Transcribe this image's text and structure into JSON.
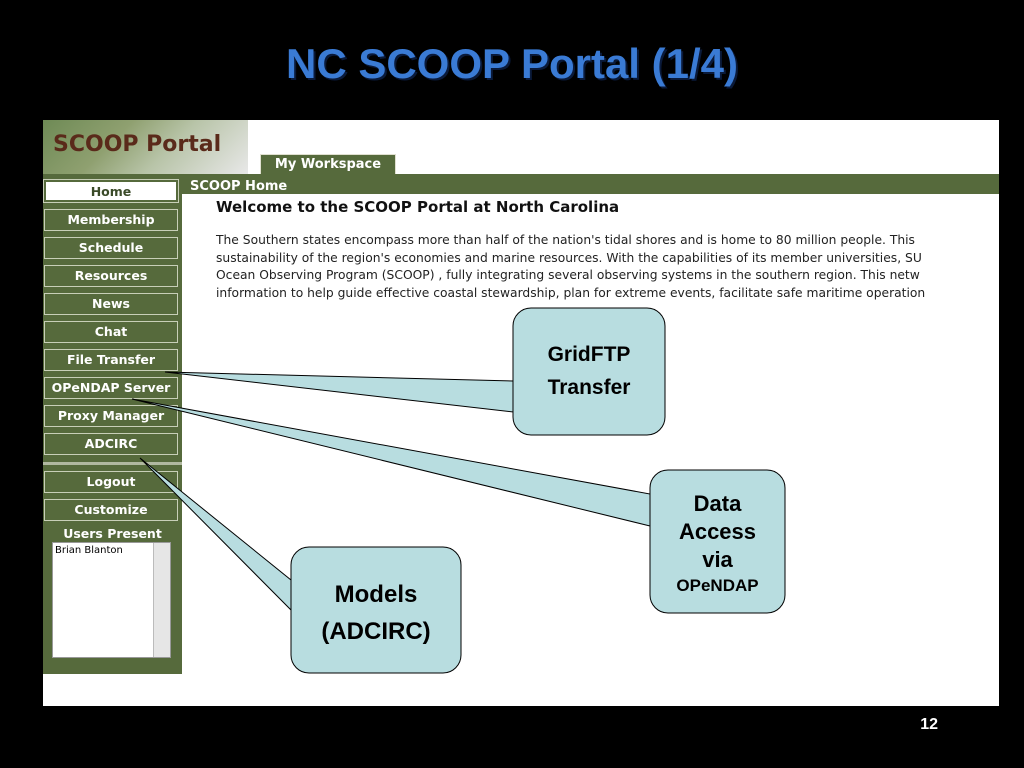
{
  "slide": {
    "title": "NC SCOOP Portal (1/4)",
    "page_number": "12"
  },
  "portal": {
    "logo": "SCOOP Portal",
    "tab": "My Workspace",
    "section_title": "SCOOP Home",
    "welcome": "Welcome to the SCOOP Portal at North Carolina",
    "paragraph_lines": [
      "The Southern states encompass more than half of the nation's tidal shores and is home to 80 million people. This",
      "sustainability of the region's economies and marine resources. With the capabilities of its member universities, SU",
      "Ocean Observing Program (SCOOP) , fully integrating several observing systems in the southern region. This netw",
      "information to help guide effective coastal stewardship, plan for extreme events, facilitate safe maritime operation"
    ],
    "nav": {
      "home": "Home",
      "membership": "Membership",
      "schedule": "Schedule",
      "resources": "Resources",
      "news": "News",
      "chat": "Chat",
      "file_transfer": "File Transfer",
      "opendap": "OPeNDAP Server",
      "proxy": "Proxy Manager",
      "adcirc": "ADCIRC",
      "logout": "Logout",
      "customize": "Customize"
    },
    "users_present_label": "Users Present",
    "users": [
      "Brian Blanton"
    ]
  },
  "callouts": {
    "gridftp": [
      "GridFTP",
      "Transfer"
    ],
    "data_access": [
      "Data",
      "Access",
      "via",
      "OPeNDAP"
    ],
    "models": [
      "Models",
      "(ADCIRC)"
    ]
  },
  "colors": {
    "title": "#3a7bd5",
    "sidebar": "#566a3c",
    "callout_fill": "#b8dde0"
  }
}
